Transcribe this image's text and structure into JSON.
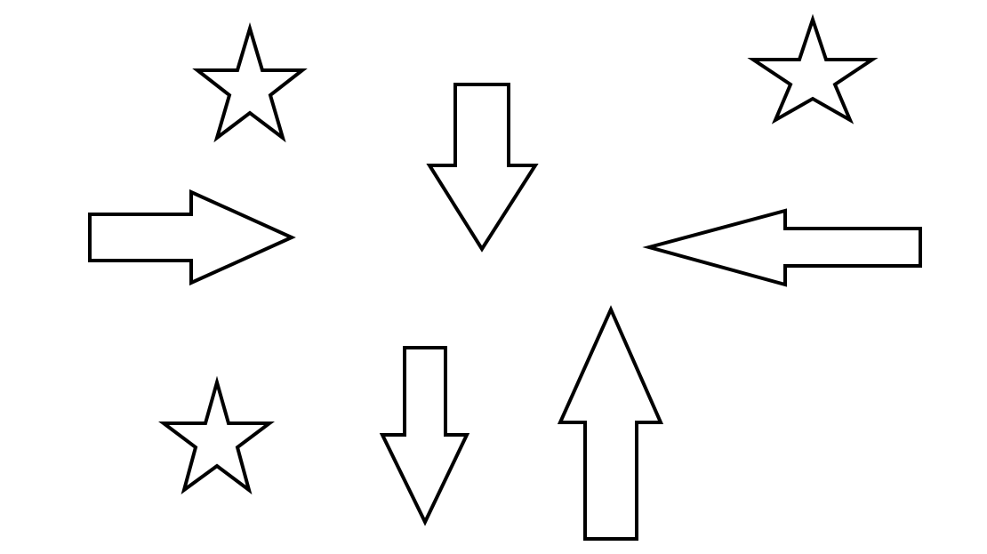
{
  "colors": {
    "background": "#ffffff",
    "stroke": "#000000"
  },
  "shapes": [
    {
      "kind": "star",
      "icon": "star-icon"
    },
    {
      "kind": "star",
      "icon": "star-icon"
    },
    {
      "kind": "star",
      "icon": "star-icon"
    },
    {
      "kind": "arrow",
      "direction": "right",
      "icon": "arrow-right-icon"
    },
    {
      "kind": "arrow",
      "direction": "down",
      "icon": "arrow-down-icon"
    },
    {
      "kind": "arrow",
      "direction": "left",
      "icon": "arrow-left-icon"
    },
    {
      "kind": "arrow",
      "direction": "down",
      "icon": "arrow-down-icon"
    },
    {
      "kind": "arrow",
      "direction": "up",
      "icon": "arrow-up-icon"
    }
  ]
}
